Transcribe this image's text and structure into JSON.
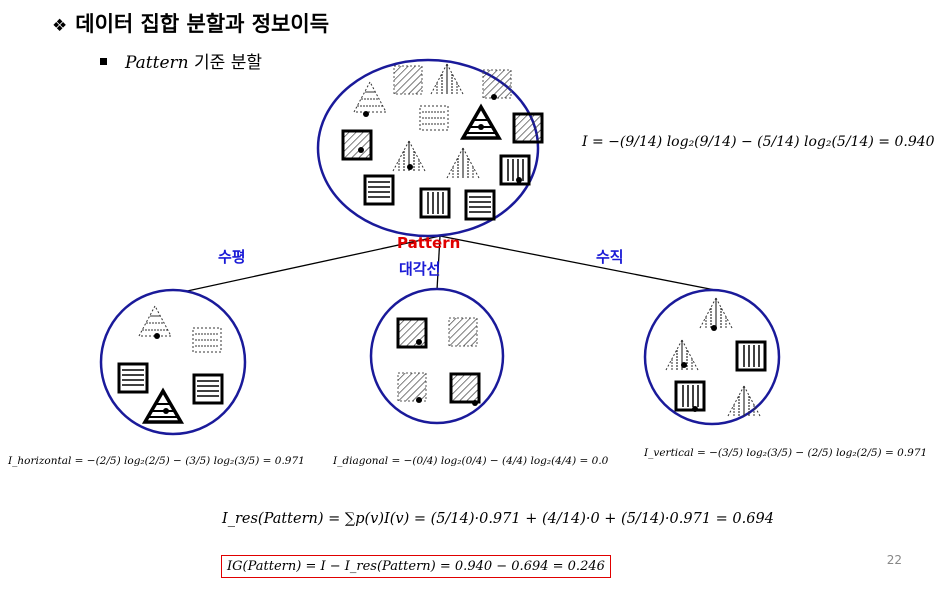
{
  "slide": {
    "title_bullet": "❖",
    "title": "데이터 집합 분할과 정보이득",
    "subtitle_italic": "Pattern",
    "subtitle_rest": " 기준 분할",
    "page_number": "22"
  },
  "tree": {
    "root_label": "Pattern",
    "branches": [
      "수평",
      "대각선",
      "수직"
    ]
  },
  "formulas": {
    "root_entropy": "I = −(9/14) log₂(9/14) − (5/14) log₂(5/14) = 0.940",
    "horizontal": "I_horizontal = −(2/5) log₂(2/5) − (3/5) log₂(3/5) = 0.971",
    "diagonal": "I_diagonal = −(0/4) log₂(0/4) − (4/4) log₂(4/4) = 0.0",
    "vertical": "I_vertical = −(3/5) log₂(3/5) − (2/5) log₂(2/5) = 0.971",
    "residual": "I_res(Pattern) = ∑p(v)I(v) = (5/14)·0.971 + (4/14)·0 + (5/14)·0.971 = 0.694",
    "gain": "IG(Pattern) = I − I_res(Pattern) = 0.940 − 0.694 = 0.246"
  }
}
